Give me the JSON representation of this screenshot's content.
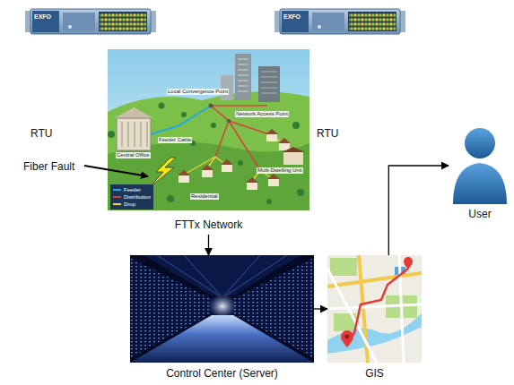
{
  "diagram": {
    "nodes": [
      {
        "text": [
          "FTTx Network"
        ]
      },
      {
        "text": [
          "Control Center (Server)"
        ]
      },
      {
        "text": [
          "GIS"
        ]
      },
      {
        "text": [
          "User"
        ]
      }
    ],
    "edges": [
      {
        "from": 0,
        "to": 1,
        "arrow": "to"
      },
      {
        "from": 1,
        "to": 2,
        "arrow": "to"
      },
      {
        "from": 2,
        "to": 3,
        "arrow": "to"
      }
    ],
    "labels": [
      "EXFO",
      "EXFO",
      "RTU",
      "RTU",
      "Fiber Fault",
      "Local Convergence Point",
      "Network Access Point",
      "Feeder Cable",
      "Central Office",
      "Multi-Dwelling Unit",
      "Residential"
    ],
    "legend": [
      {
        "text": "Feeder",
        "color": "#29a8e0"
      },
      {
        "text": "Distribution",
        "color": "#d0453a"
      },
      {
        "text": "Drop",
        "color": "#f2d13a"
      }
    ]
  }
}
